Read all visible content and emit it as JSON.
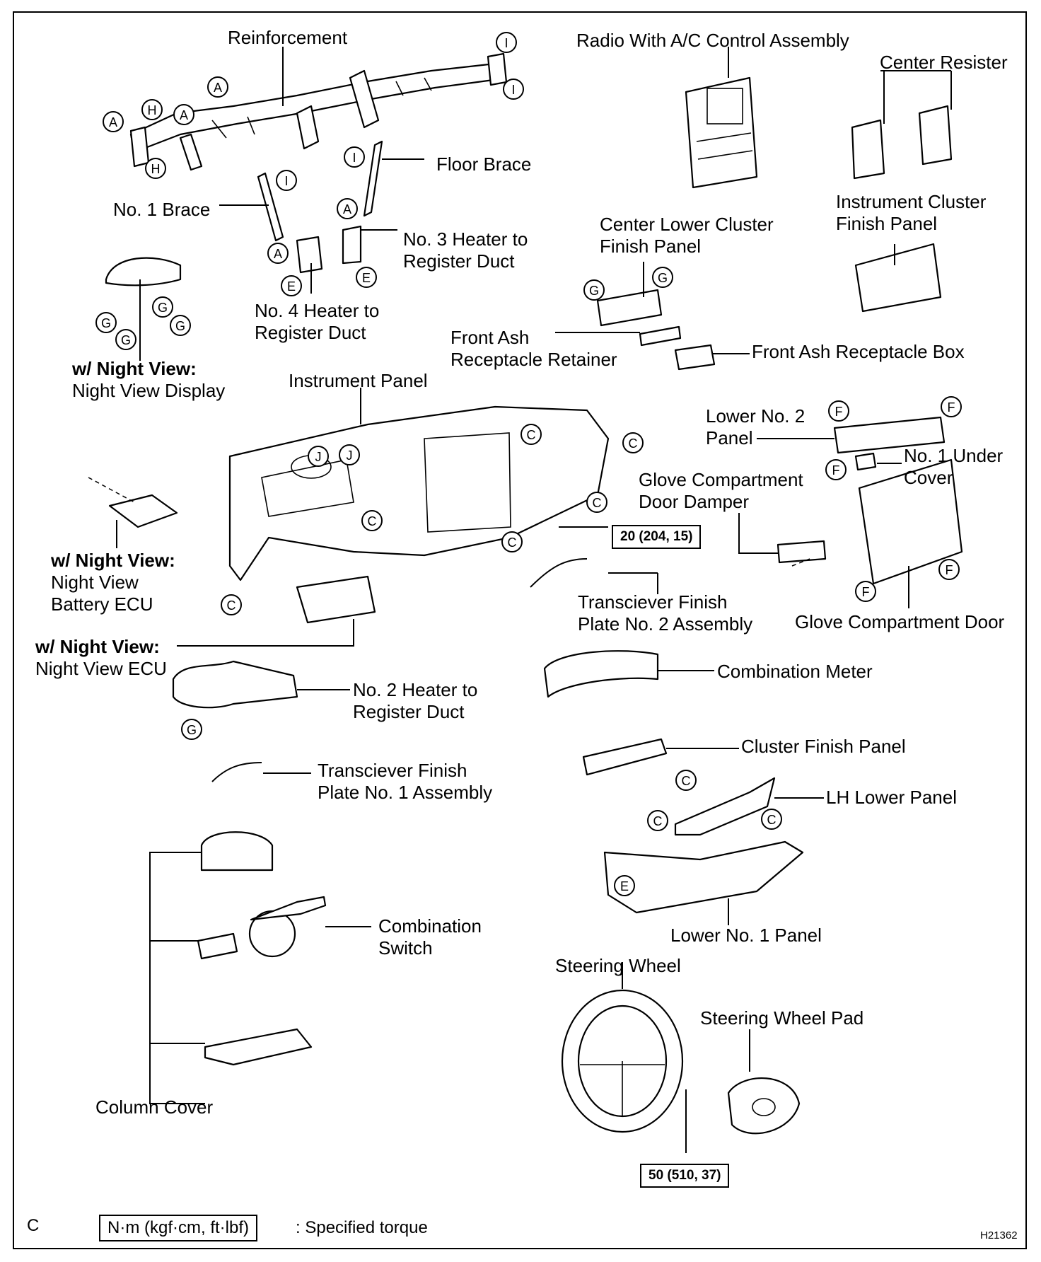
{
  "labels": {
    "reinforcement": "Reinforcement",
    "radio": "Radio With A/C Control Assembly",
    "center_resister": "Center Resister",
    "floor_brace": "Floor Brace",
    "no1_brace": "No. 1 Brace",
    "no3_heater_1": "No. 3 Heater to",
    "no3_heater_2": "Register Duct",
    "instrument_cluster_1": "Instrument   Cluster",
    "instrument_cluster_2": "Finish Panel",
    "center_lower_1": "Center Lower Cluster",
    "center_lower_2": "Finish Panel",
    "no4_heater_1": "No. 4 Heater to",
    "no4_heater_2": "Register Duct",
    "front_ash_ret_1": "Front Ash",
    "front_ash_ret_2": "Receptacle Retainer",
    "front_ash_box": "Front Ash Receptacle Box",
    "night_view_display_1": "w/ Night View:",
    "night_view_display_2": "Night View Display",
    "instrument_panel": "Instrument Panel",
    "lower_no2_1": "Lower No. 2",
    "lower_no2_2": "Panel",
    "no1_under_1": "No. 1 Under",
    "no1_under_2": "Cover",
    "glove_damper_1": "Glove Compartment",
    "glove_damper_2": "Door Damper",
    "battery_ecu_1": "w/ Night View:",
    "battery_ecu_2": "Night View",
    "battery_ecu_3": "Battery ECU",
    "transceiver2_1": "Transciever Finish",
    "transceiver2_2": "Plate No. 2 Assembly",
    "glove_door": "Glove Compartment Door",
    "night_view_ecu_1": "w/ Night View:",
    "night_view_ecu_2": "Night View ECU",
    "combination_meter": "Combination Meter",
    "no2_heater_1": "No. 2 Heater to",
    "no2_heater_2": "Register Duct",
    "cluster_finish": "Cluster Finish Panel",
    "transceiver1_1": "Transciever Finish",
    "transceiver1_2": "Plate No. 1 Assembly",
    "lh_lower": "LH Lower Panel",
    "combination_switch_1": "Combination",
    "combination_switch_2": "Switch",
    "lower_no1": "Lower No. 1 Panel",
    "steering_wheel": "Steering Wheel",
    "steering_wheel_pad": "Steering Wheel Pad",
    "column_cover": "Column Cover"
  },
  "torque": {
    "panel_bolt": "20 (204, 15)",
    "steering_nut": "50 (510, 37)"
  },
  "legend": {
    "box": "N·m (kgf·cm, ft·lbf)",
    "text": ": Specified torque"
  },
  "footer": {
    "corner_letter": "C",
    "figure_code": "H21362"
  },
  "clip_letters": [
    "A",
    "C",
    "E",
    "F",
    "G",
    "H",
    "I",
    "J"
  ]
}
